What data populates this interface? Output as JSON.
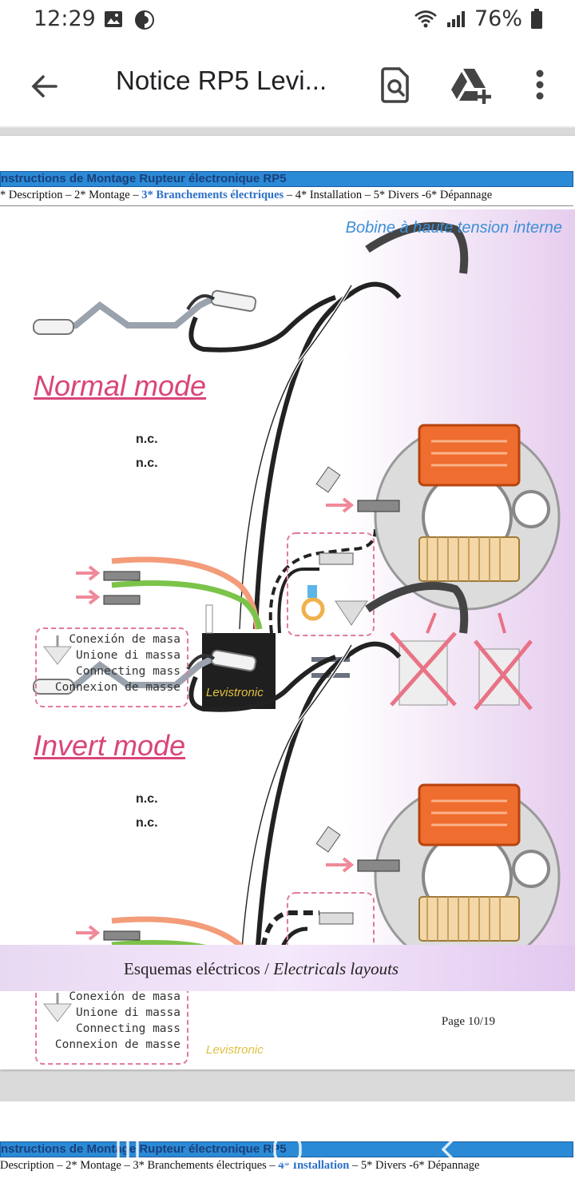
{
  "status": {
    "time": "12:29",
    "battery": "76%"
  },
  "app": {
    "title": "Notice RP5 Levi..."
  },
  "doc": {
    "header_title": "nstructions de Montage Rupteur électronique RP5",
    "nav_before": "* Description – 2* Montage – ",
    "nav_highlight": "3* Branchements électriques",
    "nav_after": " – 4* Installation – 5* Divers -6* Dépannage",
    "bobine": "Bobine à haute tension interne",
    "normal_label": "Normal mode",
    "invert_label": "Invert mode",
    "nc": "n.c.",
    "legend": [
      "Conexión de masa",
      "Unione di massa",
      "Connecting mass",
      "Connexion de masse"
    ],
    "brand": "Levistronic",
    "caption_plain": "Esquemas eléctricos  /  ",
    "caption_italic": "Electricals layouts",
    "page_number": "Page 10/19"
  },
  "next_page": {
    "header_title": "nstructions de Montage Rupteur électronique RP5",
    "nav_before": " Description – 2* Montage – 3* Branchements électriques – ",
    "nav_highlight": "4* Installation",
    "nav_after": " – 5* Divers -6* Dépannage"
  },
  "icons": {
    "back": "arrow-left-icon",
    "find": "find-in-page-icon",
    "drive": "add-to-drive-icon",
    "more": "more-vert-icon"
  }
}
